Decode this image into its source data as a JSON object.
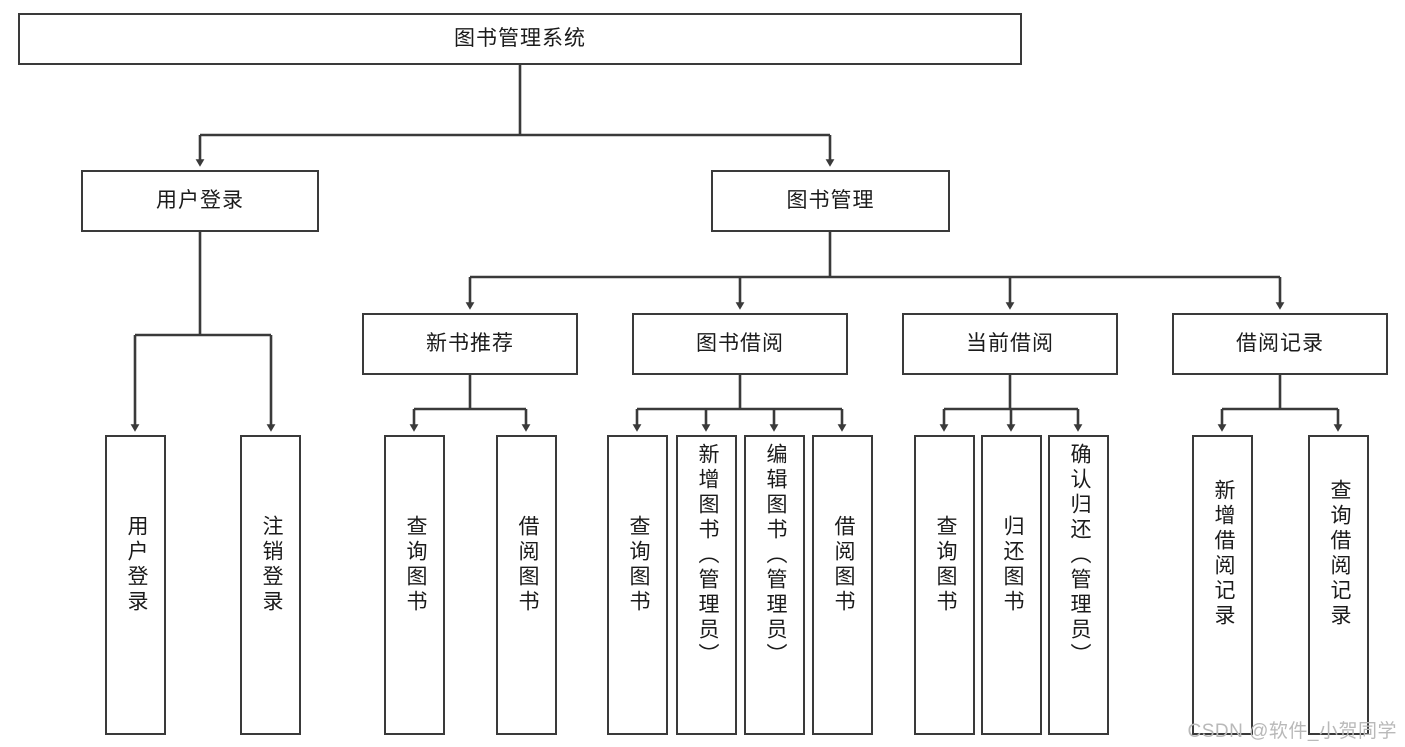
{
  "diagram": {
    "type": "tree-hierarchy",
    "title": "图书管理系统",
    "watermark": "CSDN @软件_小贺同学",
    "colors": {
      "stroke": "#3a3a3a",
      "fill": "#ffffff",
      "text": "#1b1b1b",
      "watermark": "#b9b9b9"
    },
    "levels": {
      "root": {
        "label": "图书管理系统"
      },
      "level2": [
        {
          "id": "user-login",
          "label": "用户登录"
        },
        {
          "id": "book-manage",
          "label": "图书管理"
        }
      ],
      "level3": [
        {
          "id": "new-book-rec",
          "label": "新书推荐"
        },
        {
          "id": "book-borrow",
          "label": "图书借阅"
        },
        {
          "id": "current-borrow",
          "label": "当前借阅"
        },
        {
          "id": "borrow-record",
          "label": "借阅记录"
        }
      ],
      "leaves": {
        "user-login": [
          {
            "id": "leaf-user-login",
            "label": "用户登录"
          },
          {
            "id": "leaf-logout",
            "label": "注销登录"
          }
        ],
        "new-book-rec": [
          {
            "id": "leaf-query-book-1",
            "label": "查询图书"
          },
          {
            "id": "leaf-borrow-book-1",
            "label": "借阅图书"
          }
        ],
        "book-borrow": [
          {
            "id": "leaf-query-book-2",
            "label": "查询图书"
          },
          {
            "id": "leaf-add-book",
            "label": "新增图书（管理员）"
          },
          {
            "id": "leaf-edit-book",
            "label": "编辑图书（管理员）"
          },
          {
            "id": "leaf-borrow-book-2",
            "label": "借阅图书"
          }
        ],
        "current-borrow": [
          {
            "id": "leaf-query-book-3",
            "label": "查询图书"
          },
          {
            "id": "leaf-return-book",
            "label": "归还图书"
          },
          {
            "id": "leaf-confirm-return",
            "label": "确认归还（管理员）"
          }
        ],
        "borrow-record": [
          {
            "id": "leaf-add-record",
            "label": "新增借阅记录"
          },
          {
            "id": "leaf-query-record",
            "label": "查询借阅记录"
          }
        ]
      }
    }
  }
}
